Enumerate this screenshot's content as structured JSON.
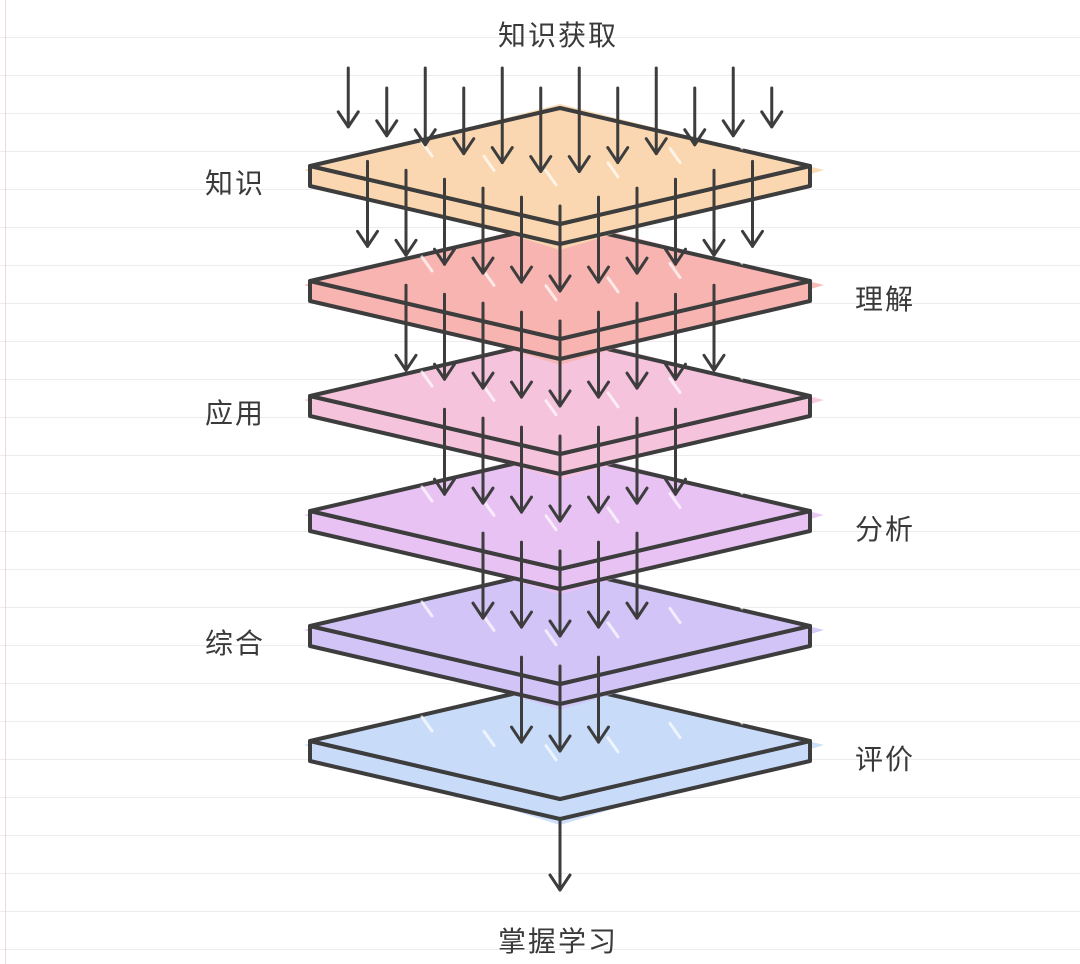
{
  "title_top": "知识获取",
  "title_bottom": "掌握学习",
  "levels": [
    {
      "label": "知识",
      "side": "left",
      "color": "#fad7b0",
      "arrows": 12
    },
    {
      "label": "理解",
      "side": "right",
      "color": "#f7b4b0",
      "arrows": 11
    },
    {
      "label": "应用",
      "side": "left",
      "color": "#f6c3dd",
      "arrows": 9
    },
    {
      "label": "分析",
      "side": "right",
      "color": "#e8c2f3",
      "arrows": 7
    },
    {
      "label": "综合",
      "side": "left",
      "color": "#d2c4f7",
      "arrows": 5
    },
    {
      "label": "评价",
      "side": "right",
      "color": "#c8dcfa",
      "arrows": 3
    }
  ],
  "colors": {
    "stroke": "#3d3d3d",
    "ruled_line": "#ececf0"
  }
}
